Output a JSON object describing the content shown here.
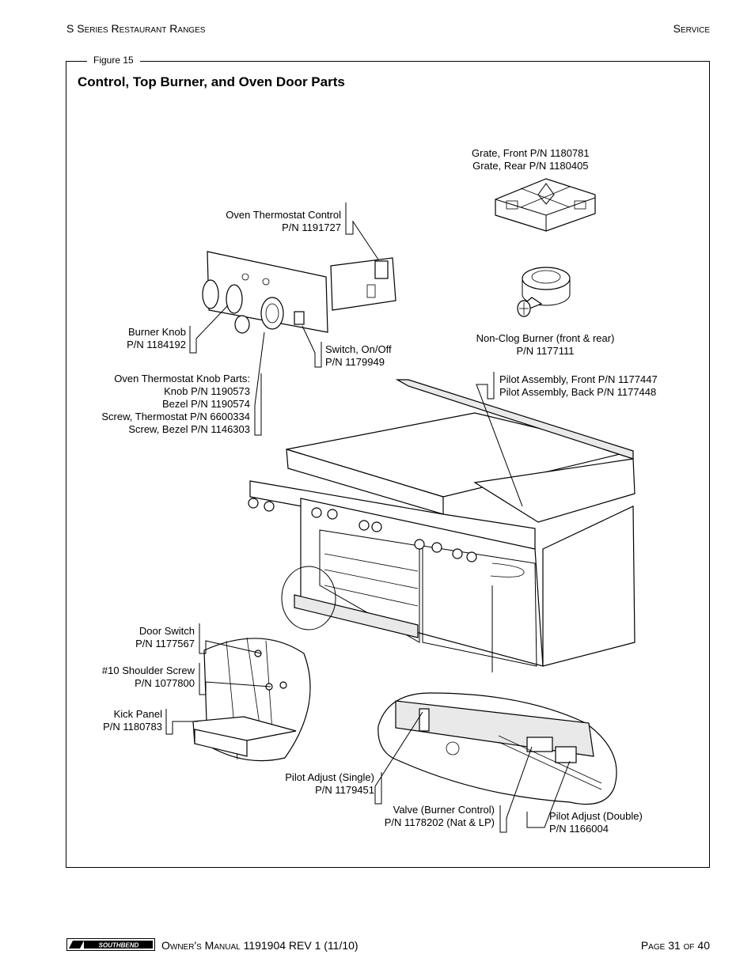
{
  "header": {
    "left": "S Series Restaurant Ranges",
    "right": "Service"
  },
  "figure": {
    "label": "Figure 15",
    "title": "Control, Top Burner, and Oven Door Parts"
  },
  "callouts": {
    "grate": [
      "Grate, Front P/N 1180781",
      "Grate, Rear P/N 1180405"
    ],
    "oven_thermostat_control": [
      "Oven Thermostat Control",
      "P/N 1191727"
    ],
    "burner_knob": [
      "Burner Knob",
      "P/N 1184192"
    ],
    "switch": [
      "Switch, On/Off",
      "P/N 1179949"
    ],
    "non_clog_burner": [
      "Non-Clog Burner (front & rear)",
      "P/N 1177111"
    ],
    "oven_thermostat_knob_parts": [
      "Oven Thermostat Knob Parts:",
      "Knob  P/N 1190573",
      "Bezel  P/N 1190574",
      "Screw, Thermostat  P/N 6600334",
      "Screw, Bezel  P/N 1146303"
    ],
    "pilot_assembly": [
      "Pilot Assembly, Front  P/N 1177447",
      "Pilot Assembly, Back  P/N 1177448"
    ],
    "door_switch": [
      "Door Switch",
      "P/N 1177567"
    ],
    "shoulder_screw": [
      "#10 Shoulder Screw",
      "P/N 1077800"
    ],
    "kick_panel": [
      "Kick Panel",
      "P/N 1180783"
    ],
    "pilot_adjust_single": [
      "Pilot Adjust (Single)",
      "P/N 1179451"
    ],
    "valve": [
      "Valve (Burner Control)",
      "P/N 1178202 (Nat & LP)"
    ],
    "pilot_adjust_double": [
      "Pilot Adjust (Double)",
      "P/N 1166004"
    ]
  },
  "footer": {
    "logo_text": "SOUTHBEND",
    "manual": "Owner's Manual 1191904 REV 1 (11/10)",
    "page": "Page 31 of 40"
  }
}
